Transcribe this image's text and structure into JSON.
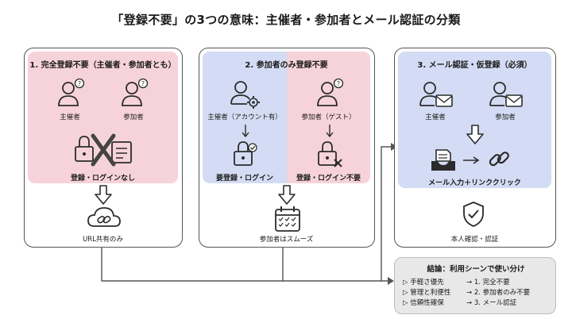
{
  "title": "「登録不要」の3つの意味：主催者・参加者とメール認証の分類",
  "panel1": {
    "title": "1. 完全登録不要（主催者・参加者とも）",
    "organizer": "主催者",
    "participant": "参加者",
    "status": "登録・ログインなし",
    "result": "URL共有のみ"
  },
  "panel2": {
    "title": "2. 参加者のみ登録不要",
    "organizer": "主催者（アカウント有）",
    "participant": "参加者（ゲスト）",
    "organizer_status": "要登録・ログイン",
    "participant_status": "登録・ログイン不要",
    "result": "参加者はスムーズ"
  },
  "panel3": {
    "title": "3. メール認証・仮登録（必須）",
    "organizer": "主催者",
    "participant": "参加者",
    "flow": "メール入力＋リンククリック",
    "result": "本人確認・認証"
  },
  "conclusion": {
    "title": "結論：利用シーンで使い分け",
    "rows": [
      {
        "key": "▷ 手軽さ優先",
        "value": "→ 1. 完全不要"
      },
      {
        "key": "▷ 管理と利便性",
        "value": "→ 2. 参加者のみ不要"
      },
      {
        "key": "▷ 信頼性確保",
        "value": "→ 3. メール認証"
      }
    ]
  },
  "colors": {
    "pink": "#f6d3da",
    "blue": "#d3dcf4",
    "line": "#555555",
    "icon": "#2b2b2b"
  }
}
